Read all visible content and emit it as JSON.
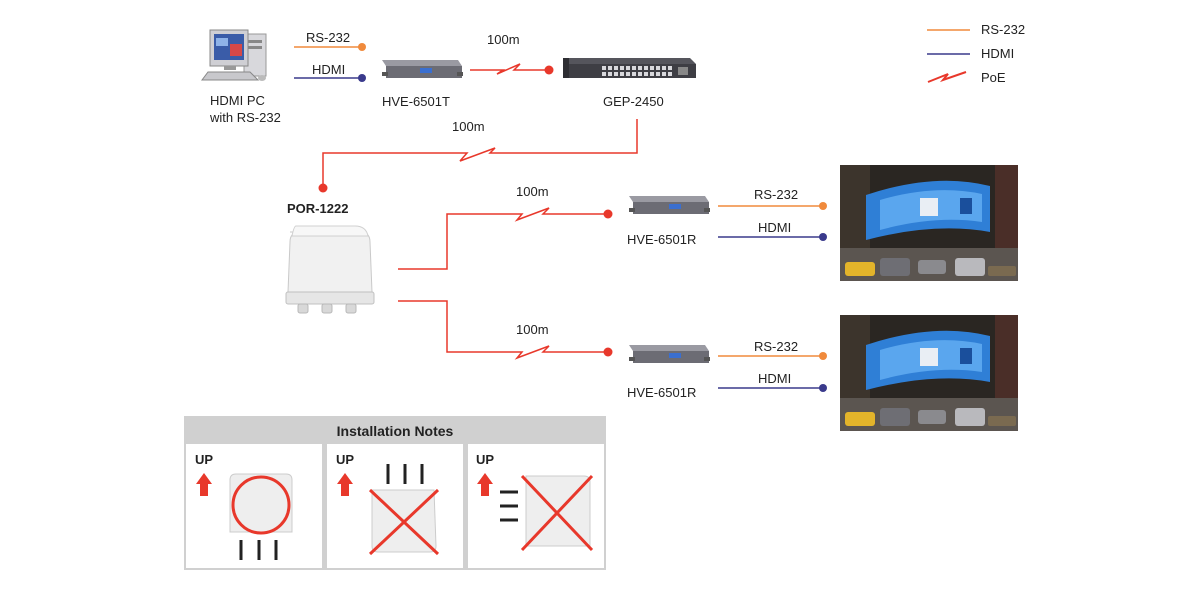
{
  "legend": {
    "items": [
      {
        "label": "RS-232",
        "color": "#F08A3C"
      },
      {
        "label": "HDMI",
        "color": "#3A3A8C"
      },
      {
        "label": "PoE",
        "color": "#E8382B"
      }
    ]
  },
  "devices": {
    "pc": {
      "line1": "HDMI PC",
      "line2": "with RS-232"
    },
    "transmitter": {
      "label": "HVE-6501T"
    },
    "switch": {
      "label": "GEP-2450"
    },
    "por": {
      "label": "POR-1222"
    },
    "receiver1": {
      "label": "HVE-6501R"
    },
    "receiver2": {
      "label": "HVE-6501R"
    }
  },
  "links": {
    "pc_rs232": "RS-232",
    "pc_hdmi": "HDMI",
    "tx_switch_distance": "100m",
    "switch_por_distance": "100m",
    "por_rx1_distance": "100m",
    "por_rx2_distance": "100m",
    "rx1_rs232": "RS-232",
    "rx1_hdmi": "HDMI",
    "rx2_rs232": "RS-232",
    "rx2_hdmi": "HDMI"
  },
  "install_notes": {
    "title": "Installation Notes",
    "panels": [
      {
        "up_label": "UP",
        "status": "correct"
      },
      {
        "up_label": "UP",
        "status": "incorrect"
      },
      {
        "up_label": "UP",
        "status": "incorrect"
      }
    ]
  },
  "colors": {
    "rs232": "#F08A3C",
    "hdmi": "#3A3A8C",
    "poe": "#E8382B",
    "notes_header": "#CFCFCF"
  }
}
